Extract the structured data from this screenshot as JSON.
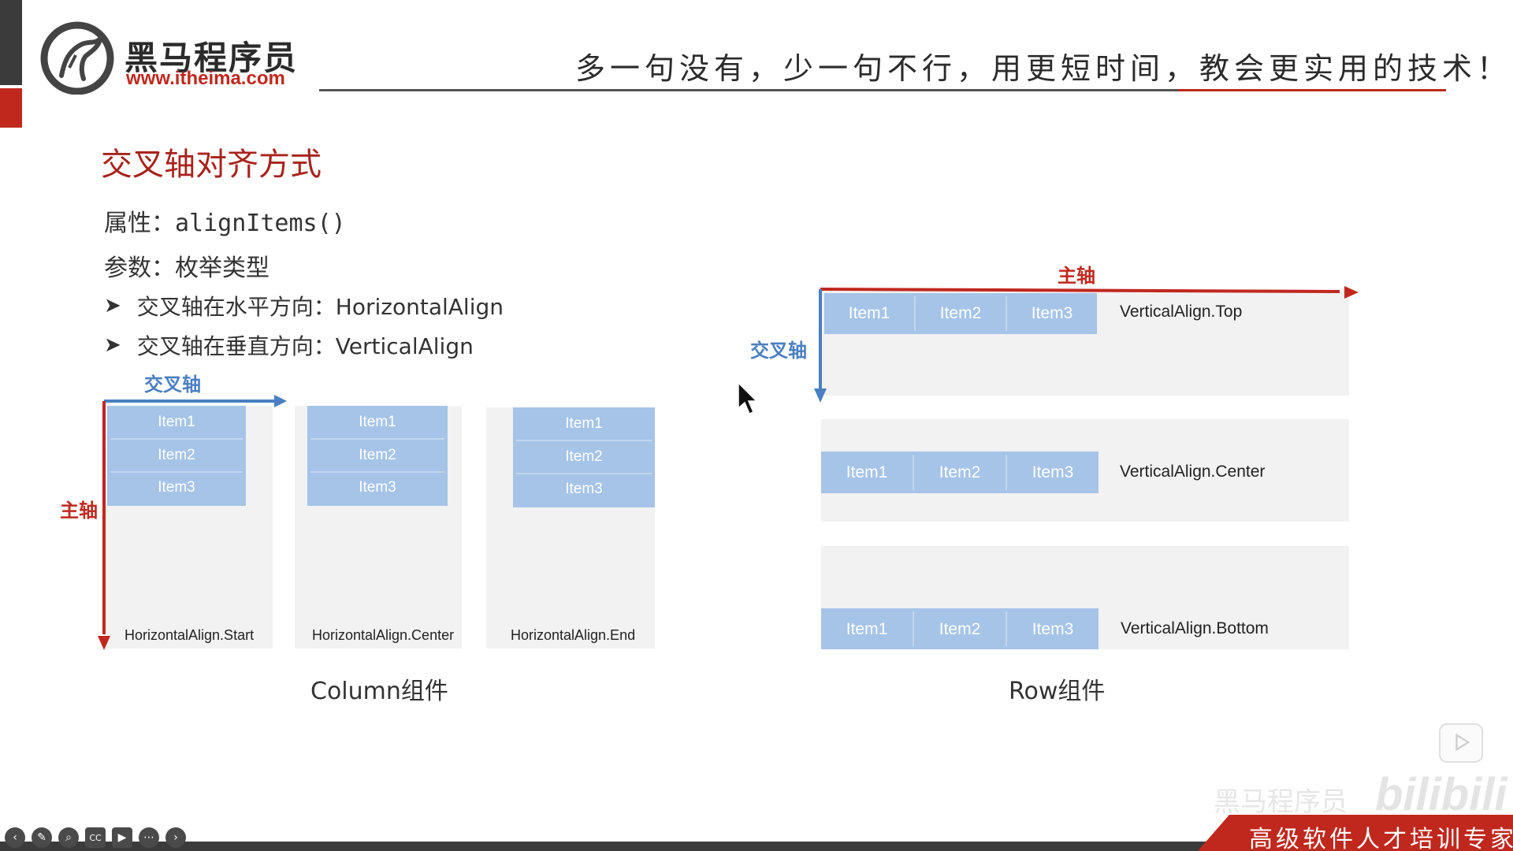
{
  "logo": {
    "name_cn": "黑马程序员",
    "url": "www.itheima.com"
  },
  "slogan": "多一句没有，少一句不行，用更短时间，教会更实用的技术！",
  "slide": {
    "title": "交叉轴对齐方式",
    "property_label": "属性：",
    "property_value": "alignItems()",
    "param_line": "参数：枚举类型",
    "bullets": [
      "交叉轴在水平方向：HorizontalAlign",
      "交叉轴在垂直方向：VerticalAlign"
    ]
  },
  "column_diagram": {
    "cross_axis_label": "交叉轴",
    "main_axis_label": "主轴",
    "items": [
      "Item1",
      "Item2",
      "Item3"
    ],
    "panels": [
      "HorizontalAlign.Start",
      "HorizontalAlign.Center",
      "HorizontalAlign.End"
    ],
    "caption": "Column组件"
  },
  "row_diagram": {
    "main_axis_label": "主轴",
    "cross_axis_label": "交叉轴",
    "items": [
      "Item1",
      "Item2",
      "Item3"
    ],
    "panels": [
      "VerticalAlign.Top",
      "VerticalAlign.Center",
      "VerticalAlign.Bottom"
    ],
    "caption": "Row组件"
  },
  "footer": {
    "slogan": "高级软件人才培训专家",
    "watermark": "黑马程序员",
    "bilibili": "bilibili"
  },
  "toolbar": {
    "icons": [
      "back-icon",
      "pen-icon",
      "zoom-icon",
      "cc-icon",
      "camera-icon",
      "more-icon",
      "forward-icon"
    ],
    "cc_label": "CC"
  },
  "colors": {
    "accent_red": "#c0281e",
    "axis_blue": "#4a7fc1",
    "item_blue": "#a6c4e8",
    "panel_gray": "#f2f2f2"
  }
}
